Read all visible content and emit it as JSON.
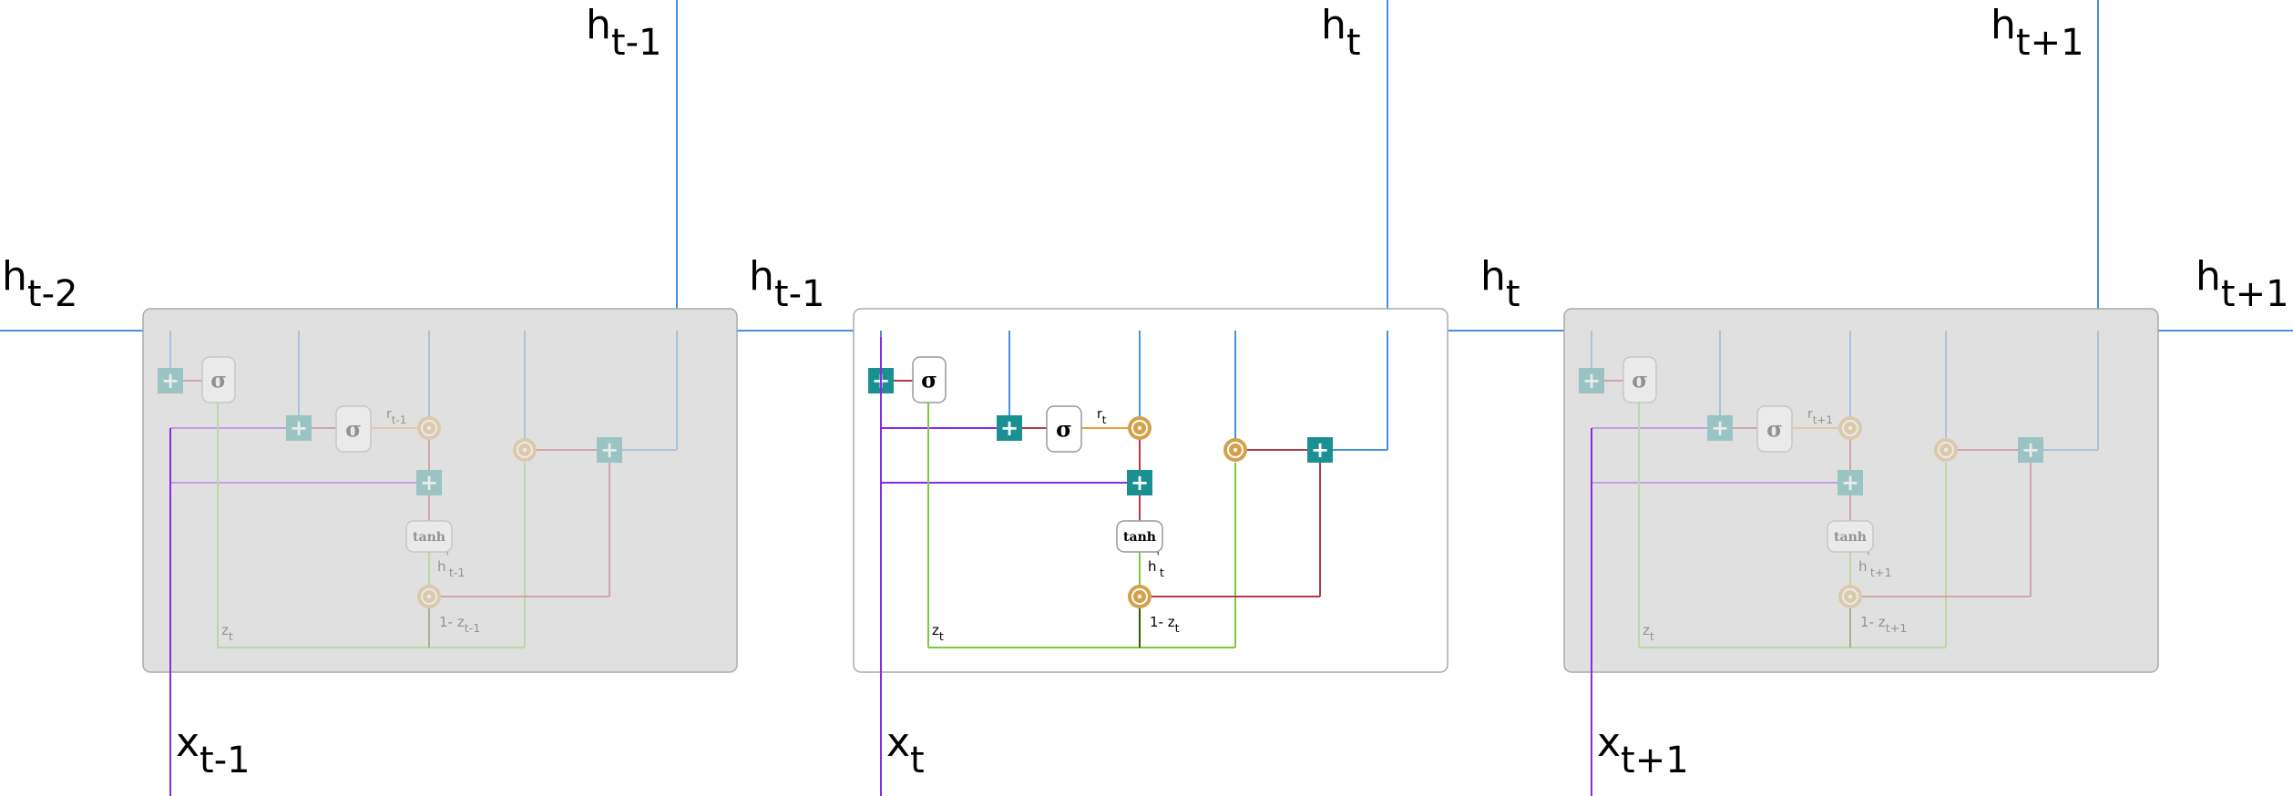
{
  "io_labels": {
    "h_out_prev": {
      "base": "h",
      "sub": "t-1"
    },
    "h_out_cur": {
      "base": "h",
      "sub": "t"
    },
    "h_out_next": {
      "base": "h",
      "sub": "t+1"
    },
    "h_in_prev": {
      "base": "h",
      "sub": "t-2"
    },
    "h_in_cur": {
      "base": "h",
      "sub": "t-1"
    },
    "h_in_next": {
      "base": "h",
      "sub": "t"
    },
    "h_out_right": {
      "base": "h",
      "sub": "t+1"
    },
    "x_prev": {
      "base": "x",
      "sub": "t-1"
    },
    "x_cur": {
      "base": "x",
      "sub": "t"
    },
    "x_next": {
      "base": "x",
      "sub": "t+1"
    }
  },
  "cells": [
    {
      "state": "faded",
      "r": {
        "base": "r",
        "sub": "t-1"
      },
      "h_cand": {
        "base": "h",
        "sub": "t-1",
        "sup": "'"
      },
      "one_minus_z": {
        "prefix": "1- ",
        "base": "z",
        "sub": "t-1"
      },
      "z": {
        "base": "z",
        "sub": "t"
      }
    },
    {
      "state": "active",
      "r": {
        "base": "r",
        "sub": "t"
      },
      "h_cand": {
        "base": "h",
        "sub": "t",
        "sup": "'"
      },
      "one_minus_z": {
        "prefix": "1- ",
        "base": "z",
        "sub": "t"
      },
      "z": {
        "base": "z",
        "sub": "t"
      }
    },
    {
      "state": "faded",
      "r": {
        "base": "r",
        "sub": "t+1"
      },
      "h_cand": {
        "base": "h",
        "sub": "t+1",
        "sup": "'"
      },
      "one_minus_z": {
        "prefix": "1- ",
        "base": "z",
        "sub": "t+1"
      },
      "z": {
        "base": "z",
        "sub": "t"
      }
    }
  ],
  "symbols": {
    "sigma": "σ",
    "tanh": "tanh",
    "plus": "+",
    "odot": "⊙"
  },
  "colors": {
    "blue": "#4a90d9",
    "purple": "#8a2be2",
    "green": "#7ac943",
    "orange": "#e6a23c",
    "red": "#b03a48",
    "teal": "#1a9090",
    "gold": "#d4a14a",
    "cell_fill_faded": "#e0e0e0"
  }
}
